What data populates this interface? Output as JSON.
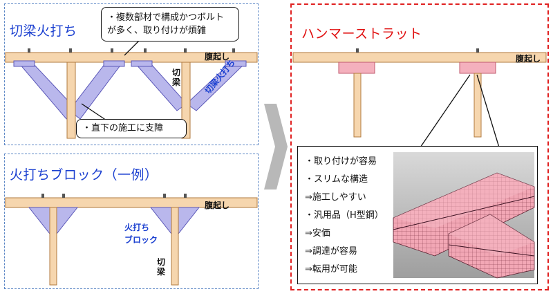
{
  "left_top": {
    "title": "切梁火打ち",
    "callout_top": [
      "・複数部材で構成かつボルト",
      "が多く、取り付けが煩雑"
    ],
    "callout_bottom": "・直下の施工に支障",
    "label_waling": "腹起し",
    "label_strut_v": [
      "切",
      "梁"
    ],
    "label_brace": "切梁火打ち"
  },
  "left_bottom": {
    "title": "火打ちブロック（一例）",
    "label_waling": "腹起し",
    "label_block": [
      "火打ち",
      "ブロック"
    ],
    "label_strut_v": [
      "切",
      "梁"
    ]
  },
  "right": {
    "title": "ハンマーストラット",
    "label_waling": "腹起し",
    "info_items": [
      "・取り付けが容易",
      "・スリムな構造",
      "⇒施工しやすい",
      "・汎用品（H型鋼）",
      "⇒安価",
      "⇒調達が容易",
      "⇒転用が可能"
    ]
  },
  "colors": {
    "beam": "#f6d6ae",
    "beam_stroke": "#b07a3e",
    "brace": "#b9b7ec",
    "brace_stroke": "#5a57b8",
    "pink": "#f4b0bd",
    "arrow": "#b8b8b8",
    "blue_border": "#5b86c5",
    "red_border": "#e02020"
  }
}
